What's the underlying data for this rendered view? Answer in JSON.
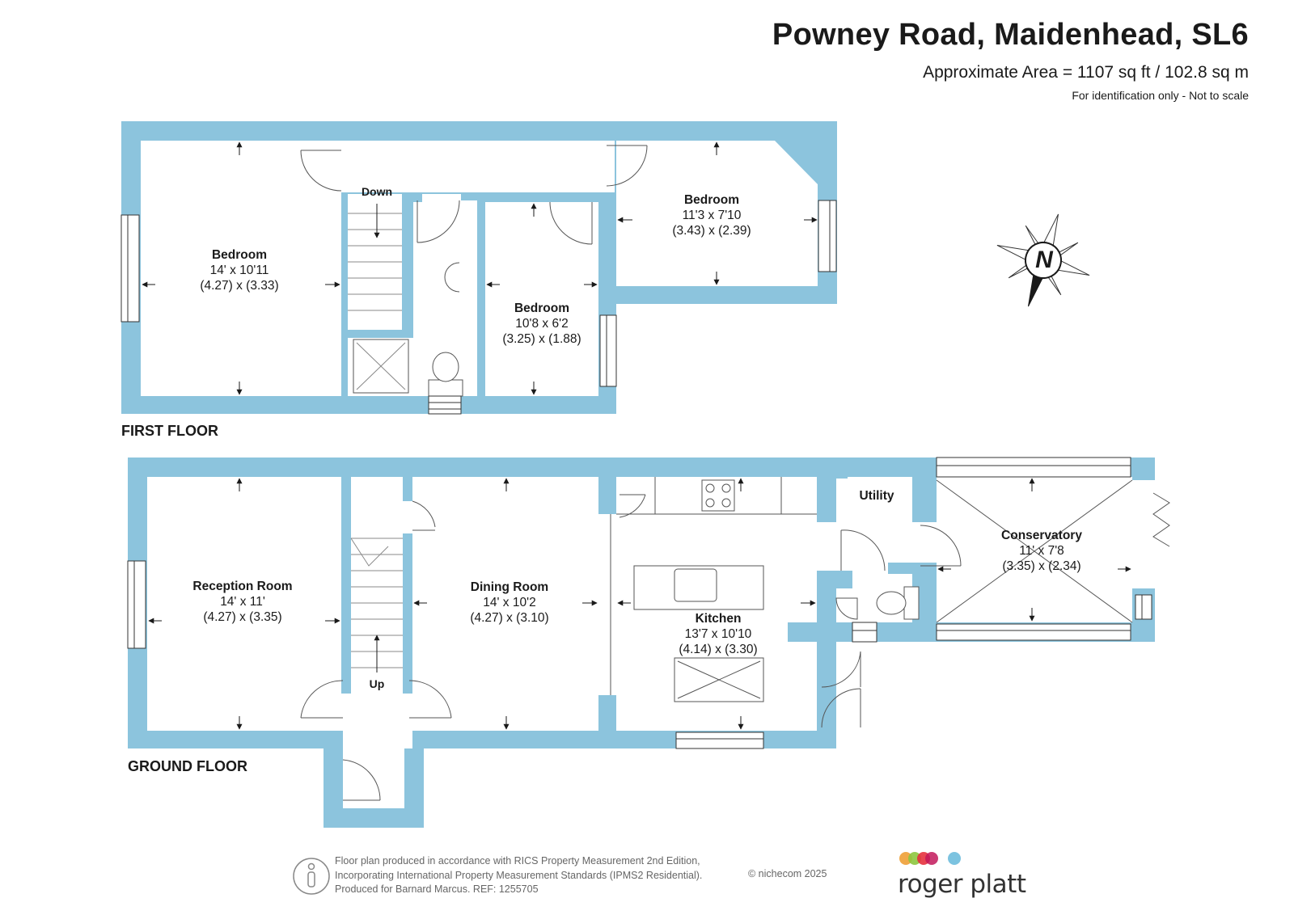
{
  "header": {
    "title": "Powney Road, Maidenhead, SL6",
    "area": "Approximate Area = 1107 sq ft / 102.8 sq m",
    "note": "For identification only - Not to scale"
  },
  "colors": {
    "wall": "#8cc4dd",
    "line": "#1a1a1a",
    "text": "#1a1a1a",
    "brand_dots": [
      "#f0a94a",
      "#8dc63f",
      "#e6323e",
      "#c2185b",
      "#7cc3e0"
    ]
  },
  "floors": {
    "first": {
      "label": "FIRST FLOOR",
      "rooms": [
        {
          "name": "Bedroom",
          "size_imperial": "14' x 10'11",
          "size_metric": "(4.27) x (3.33)"
        },
        {
          "name": "Bedroom",
          "size_imperial": "11'3 x 7'10",
          "size_metric": "(3.43) x (2.39)"
        },
        {
          "name": "Bedroom",
          "size_imperial": "10'8 x 6'2",
          "size_metric": "(3.25) x (1.88)"
        }
      ],
      "stairs_label": "Down"
    },
    "ground": {
      "label": "GROUND FLOOR",
      "rooms": [
        {
          "name": "Reception Room",
          "size_imperial": "14' x 11'",
          "size_metric": "(4.27) x (3.35)"
        },
        {
          "name": "Dining Room",
          "size_imperial": "14' x 10'2",
          "size_metric": "(4.27) x (3.10)"
        },
        {
          "name": "Kitchen",
          "size_imperial": "13'7 x 10'10",
          "size_metric": "(4.14) x (3.30)"
        },
        {
          "name": "Conservatory",
          "size_imperial": "11' x 7'8",
          "size_metric": "(3.35) x (2.34)"
        }
      ],
      "utility_label": "Utility",
      "stairs_label": "Up"
    }
  },
  "compass": {
    "letter": "N",
    "icon": "compass-icon"
  },
  "footer": {
    "lines": [
      "Floor plan produced in accordance with RICS Property Measurement 2nd Edition,",
      "Incorporating International Property Measurement Standards (IPMS2 Residential).",
      "Produced for Barnard Marcus.   REF:  1255705"
    ],
    "copyright": "© nichecom 2025",
    "brand": "roger platt",
    "logo_icon": "nichecom-logo-icon"
  }
}
